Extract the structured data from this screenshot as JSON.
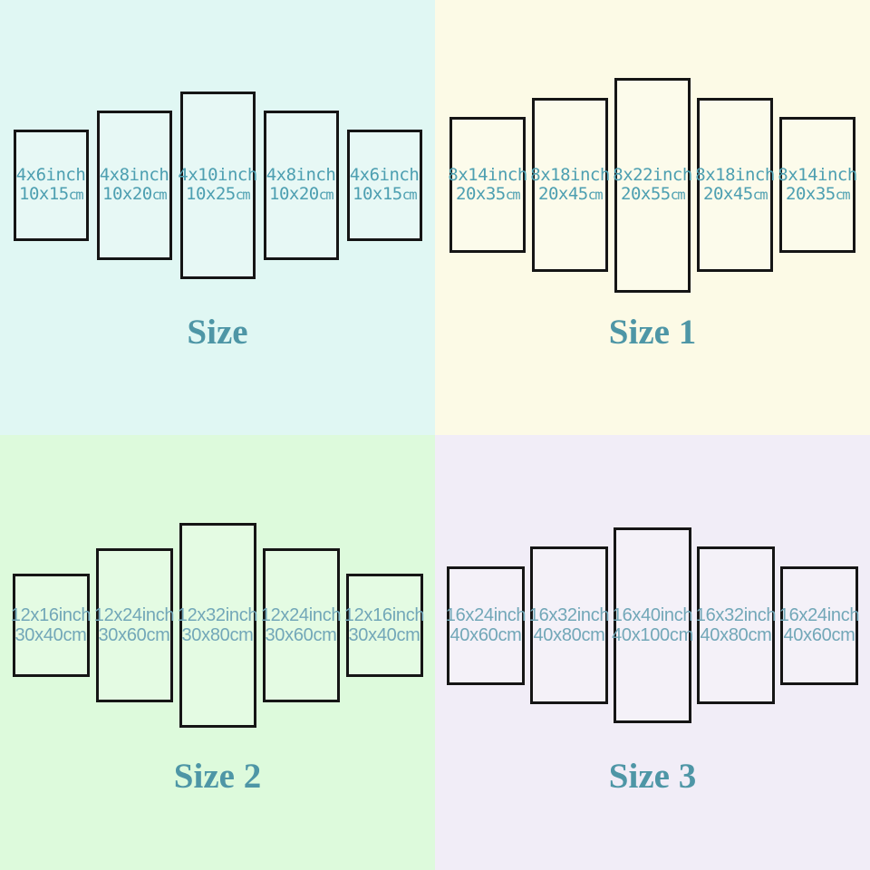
{
  "quadrants": [
    {
      "title": "Size",
      "background": "#e0f7f3",
      "panels": [
        {
          "inch": "4x6inch",
          "cm_value": "10x15",
          "cm_unit": "cm"
        },
        {
          "inch": "4x8inch",
          "cm_value": "10x20",
          "cm_unit": "cm"
        },
        {
          "inch": "4x10inch",
          "cm_value": "10x25",
          "cm_unit": "cm"
        },
        {
          "inch": "4x8inch",
          "cm_value": "10x20",
          "cm_unit": "cm"
        },
        {
          "inch": "4x6inch",
          "cm_value": "10x15",
          "cm_unit": "cm"
        }
      ]
    },
    {
      "title": "Size 1",
      "background": "#fcfae6",
      "panels": [
        {
          "inch": "8x14inch",
          "cm_value": "20x35",
          "cm_unit": "cm"
        },
        {
          "inch": "8x18inch",
          "cm_value": "20x45",
          "cm_unit": "cm"
        },
        {
          "inch": "8x22inch",
          "cm_value": "20x55",
          "cm_unit": "cm"
        },
        {
          "inch": "8x18inch",
          "cm_value": "20x45",
          "cm_unit": "cm"
        },
        {
          "inch": "8x14inch",
          "cm_value": "20x35",
          "cm_unit": "cm"
        }
      ]
    },
    {
      "title": "Size 2",
      "background": "#ddfadc",
      "panels": [
        {
          "inch": "12x16inch",
          "cm_value": "30x40",
          "cm_unit": "cm"
        },
        {
          "inch": "12x24inch",
          "cm_value": "30x60",
          "cm_unit": "cm"
        },
        {
          "inch": "12x32inch",
          "cm_value": "30x80",
          "cm_unit": "cm"
        },
        {
          "inch": "12x24inch",
          "cm_value": "30x60",
          "cm_unit": "cm"
        },
        {
          "inch": "12x16inch",
          "cm_value": "30x40",
          "cm_unit": "cm"
        }
      ]
    },
    {
      "title": "Size 3",
      "background": "#f1edf7",
      "panels": [
        {
          "inch": "16x24inch",
          "cm_value": "40x60",
          "cm_unit": "cm"
        },
        {
          "inch": "16x32inch",
          "cm_value": "40x80",
          "cm_unit": "cm"
        },
        {
          "inch": "16x40inch",
          "cm_value": "40x100",
          "cm_unit": "cm"
        },
        {
          "inch": "16x32inch",
          "cm_value": "40x80",
          "cm_unit": "cm"
        },
        {
          "inch": "16x24inch",
          "cm_value": "40x60",
          "cm_unit": "cm"
        }
      ]
    }
  ],
  "colors": {
    "panel_border": "#151515",
    "panel_text_top": "#4d9fb1",
    "panel_text_bottom": "#72a7b8",
    "title_text": "#4e96a6"
  }
}
